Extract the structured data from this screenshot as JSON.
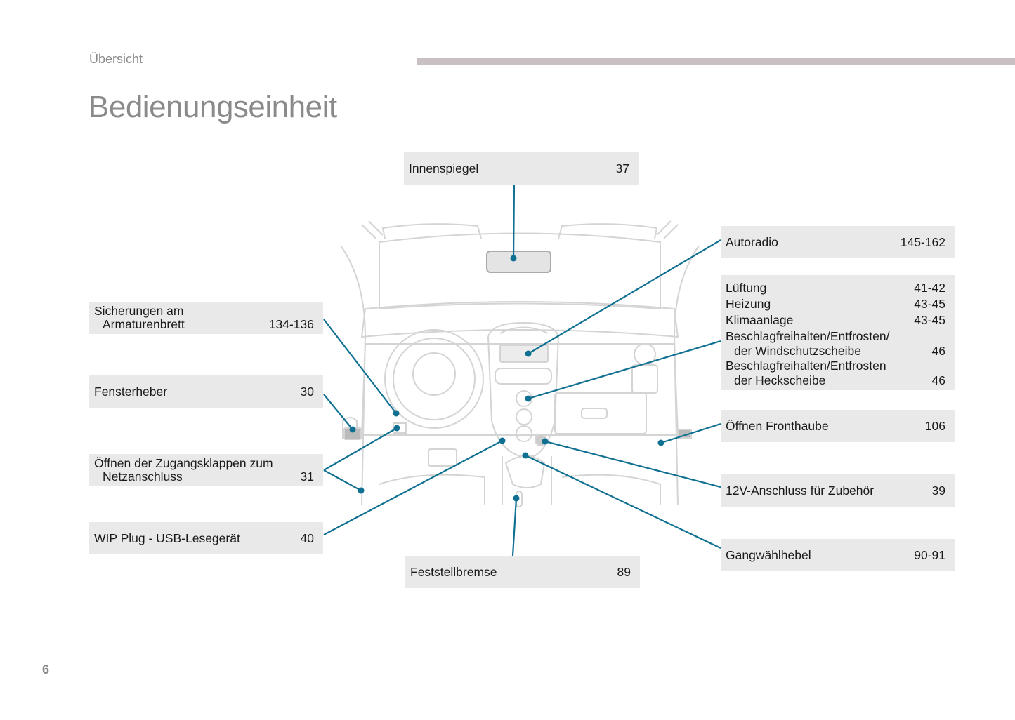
{
  "header": {
    "section": "Übersicht",
    "title": "Bedienungseinheit"
  },
  "page_number": "6",
  "colors": {
    "leader_line": "#0f7091",
    "box_bg": "#e9e9e9",
    "header_bar": "#c8c0c2"
  },
  "callouts": {
    "innenspiegel": {
      "label": "Innenspiegel",
      "page": "37"
    },
    "autoradio": {
      "label": "Autoradio",
      "page": "145-162"
    },
    "klima": [
      {
        "label": "Lüftung",
        "page": "41-42"
      },
      {
        "label": "Heizung",
        "page": "43-45"
      },
      {
        "label": "Klimaanlage",
        "page": "43-45"
      },
      {
        "label": "Beschlagfreihalten/Entfrosten/",
        "label2": "der Windschutzscheibe",
        "page": "46"
      },
      {
        "label": "Beschlagfreihalten/Entfrosten",
        "label2": "der Heckscheibe",
        "page": "46"
      }
    ],
    "fronthaube": {
      "label": "Öffnen Fronthaube",
      "page": "106"
    },
    "anschluss12v": {
      "label": "12V-Anschluss für Zubehör",
      "page": "39"
    },
    "gangwahl": {
      "label": "Gangwählhebel",
      "page": "90-91"
    },
    "feststellbremse": {
      "label": "Feststellbremse",
      "page": "89"
    },
    "sicherungen": {
      "label": "Sicherungen am",
      "label2": "Armaturenbrett",
      "page": "134-136"
    },
    "fensterheber": {
      "label": "Fensterheber",
      "page": "30"
    },
    "zugangsklappen": {
      "label": "Öffnen der Zugangsklappen zum",
      "label2": "Netzanschluss",
      "page": "31"
    },
    "wip": {
      "label": "WIP Plug - USB-Lesegerät",
      "page": "40"
    }
  }
}
